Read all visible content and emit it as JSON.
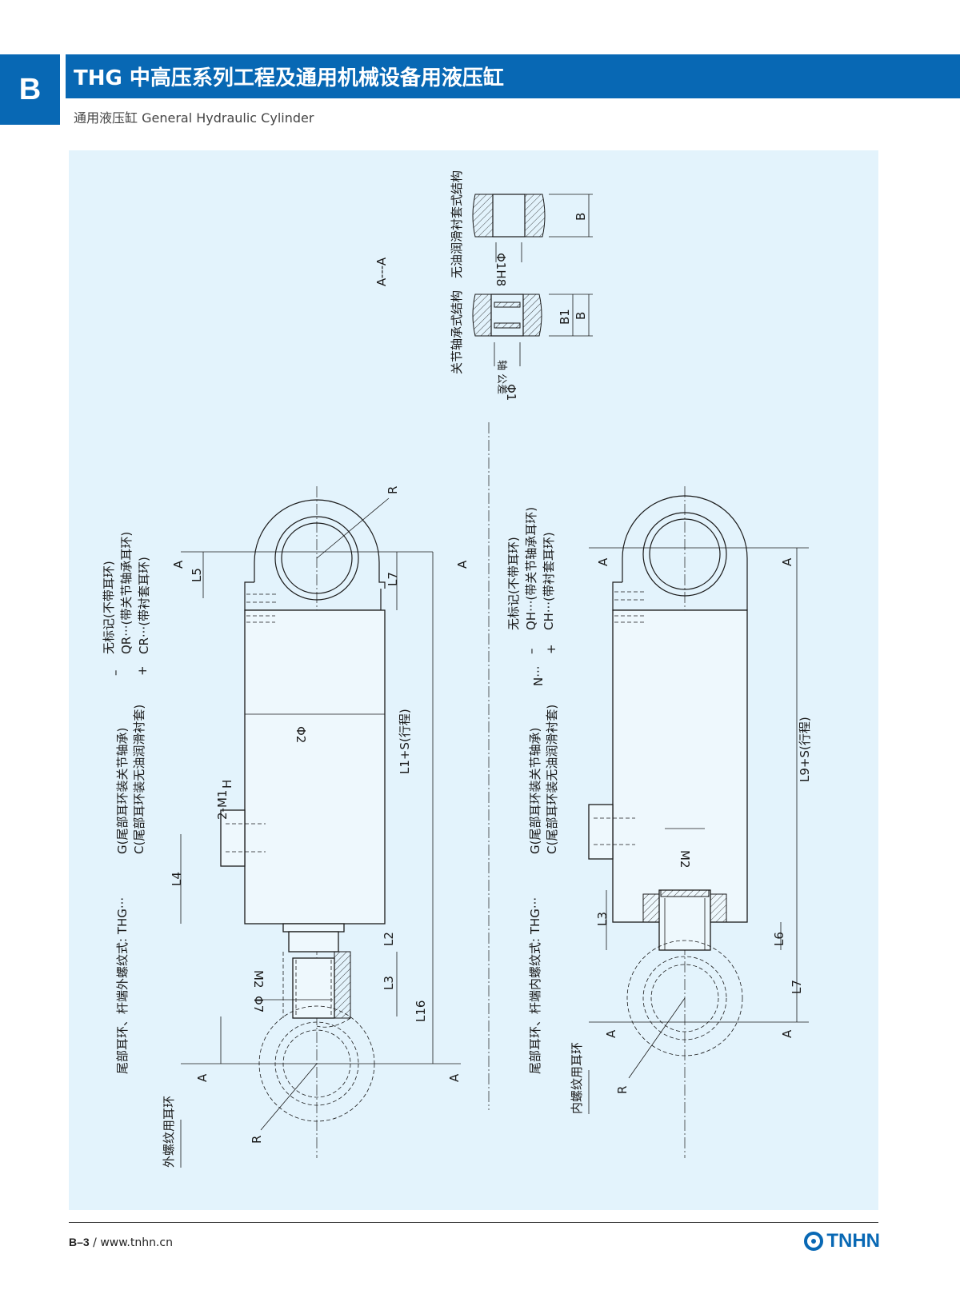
{
  "header": {
    "section_letter": "B",
    "title": "THG 中高压系列工程及通用机械设备用液压缸",
    "subtitle": "通用液压缸 General Hydraulic Cylinder"
  },
  "drawing_top": {
    "caption": "尾部耳环、杆端外螺纹式:  THG···",
    "options_g": "G(尾部耳环装关节轴承)",
    "options_c": "C(尾部耳环装无油润滑衬套)",
    "mark_none": "无标记(不带耳环)",
    "mark_qr": "QR···(带关节轴承耳环)",
    "mark_cr": "CR···(带衬套耳环)",
    "dash": "–",
    "plus": "+",
    "ear_label": "外螺纹用耳环",
    "dims": {
      "phi2": "Φ2",
      "l1s": "L1+S(行程)",
      "l4": "L4",
      "l5": "L5",
      "l7": "L7",
      "l2": "L2",
      "l3": "L3",
      "l16": "L16",
      "m2": "M2",
      "phi7": "Φ7",
      "m1": "2-M1",
      "h": "H",
      "r": "R",
      "a": "A"
    }
  },
  "drawing_bottom": {
    "caption": "尾部耳环、杆端内螺纹式:  THG···",
    "options_g": "G(尾部耳环装关节轴承)",
    "options_c": "C(尾部耳环装无油润滑衬套)",
    "n_prefix": "N···",
    "mark_none": "无标记(不带耳环)",
    "mark_qh": "QH···(带关节轴承耳环)",
    "mark_ch": "CH···(带衬套耳环)",
    "dash": "–",
    "plus": "+",
    "ear_label": "内螺纹用耳环",
    "dims": {
      "l9s": "L9+S(行程)",
      "l3": "L3",
      "l6": "L6",
      "l7": "L7",
      "m2": "M2",
      "r": "R",
      "a": "A"
    }
  },
  "section_aa": {
    "title": "A---A",
    "bearing_title": "关节轴承式结构",
    "bushing_title": "无油润滑衬套式结构",
    "phi1": "Φ1",
    "tolerance": "轴\n公差",
    "phi1h8": "Φ1H8",
    "b": "B",
    "b1": "B1"
  },
  "footer": {
    "page": "B–3",
    "sep": "/",
    "url": "www.tnhn.cn",
    "brand": "TNHN"
  }
}
